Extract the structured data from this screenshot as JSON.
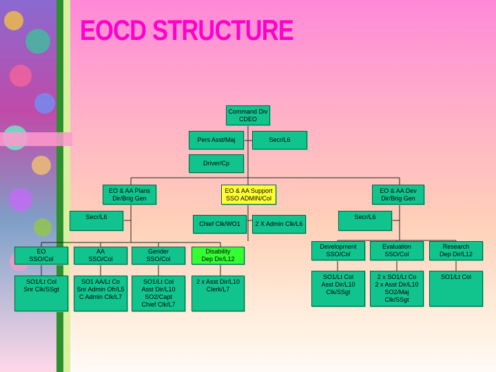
{
  "title": "EOCD STRUCTURE",
  "colors": {
    "title": "#ff00cc",
    "box": "#11c48e",
    "highlight": "#ffff33",
    "disability": "#33ff33"
  },
  "nodes": {
    "command": "Command Div\nCDEO",
    "pers_asst": "Pers Asst/Maj",
    "secr_top": "Secr/L6",
    "driver": "Driver/Cp",
    "plans": "EO & AA Plans\nDir/Brig Gen",
    "support": "EO & AA Support\nSSO ADMIN/Col",
    "dev": "EO & AA Dev\nDir/Brig Gen",
    "secr_plans": "Secr/L6",
    "chief_clk": "Chief Clk/WO1",
    "admin_clk": "2 X Admin Clk/L6",
    "secr_dev": "Secr/L6",
    "eo": "EO\nSSO/Col",
    "aa": "AA\nSSO/Col",
    "gender": "Gender\nSSO/Col",
    "disability": "Disability\nDep Dir/L12",
    "development": "Development\nSSO/Col",
    "evaluation": "Evaluation\nSSO/Col",
    "research": "Research\nDep Dir/L12",
    "eo_sub": "SO1/Lt Col\nSnr Clk/SSgt",
    "aa_sub": "SO1 AA/Lt Co\nSnr Admin Ofr/L5\nC Admin Clk/L7",
    "gender_sub": "SO1/Lt Col\nAsst Dir/L10\nSO2/Capt\nChief Clk/L7",
    "disability_sub": "2 x Asst Dir/L10\nClerk/L7",
    "development_sub": "SO1/Lt Col\nAsst Dir/L10\nClk/SSgt",
    "evaluation_sub": "2 x SO1/Lt Co\n2 x Asst Dir/L10\nSO2/Maj\nClk/SSgt",
    "research_sub": "SO1/Lt Col"
  }
}
